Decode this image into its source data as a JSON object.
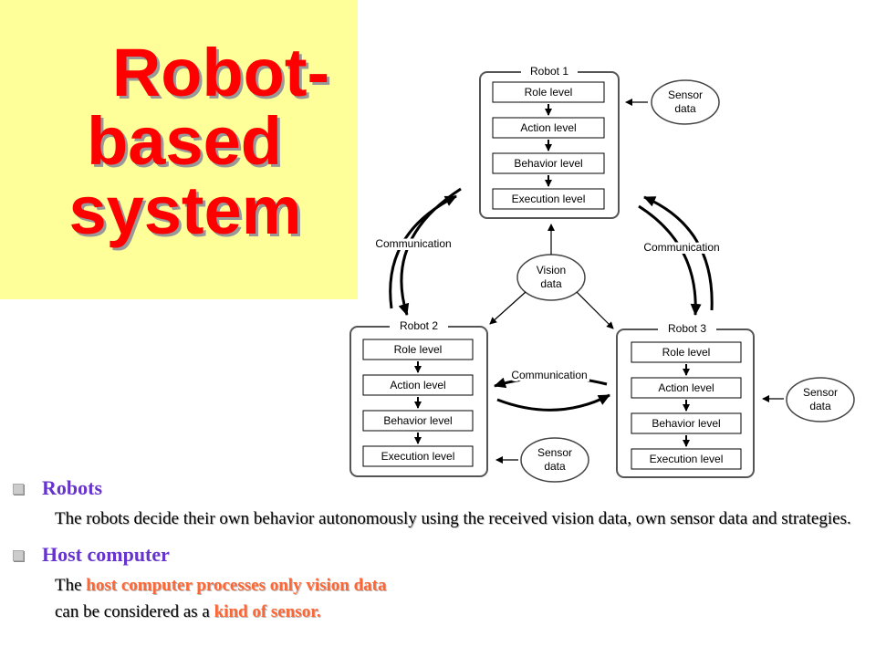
{
  "title": {
    "line1": "Robot-",
    "line2": "based",
    "line3": "system"
  },
  "diagram": {
    "robot1": {
      "title": "Robot 1",
      "levels": [
        "Role  level",
        "Action level",
        "Behavior level",
        "Execution level"
      ]
    },
    "robot2": {
      "title": "Robot 2",
      "levels": [
        "Role  level",
        "Action level",
        "Behavior level",
        "Execution level"
      ]
    },
    "robot3": {
      "title": "Robot 3",
      "levels": [
        "Role  level",
        "Action level",
        "Behavior level",
        "Execution level"
      ]
    },
    "sensor_label_1": "Sensor",
    "sensor_label_2": "data",
    "vision_label_1": "Vision",
    "vision_label_2": "data",
    "communication": "Communication"
  },
  "bullets": [
    {
      "heading": "Robots",
      "lines": [
        "The robots decide their own behavior autonomously using the received vision data, own sensor data and strategies."
      ]
    },
    {
      "heading": "Host computer",
      "line1_pre": "The ",
      "line1_hl": "host computer processes only vision data",
      "line2_pre": "can be considered as a ",
      "line2_hl": "kind of sensor."
    }
  ],
  "colors": {
    "title": "#ff0000",
    "title_bg": "#ffff99",
    "bullet_heading": "#6633cc",
    "highlight": "#ff6633"
  }
}
